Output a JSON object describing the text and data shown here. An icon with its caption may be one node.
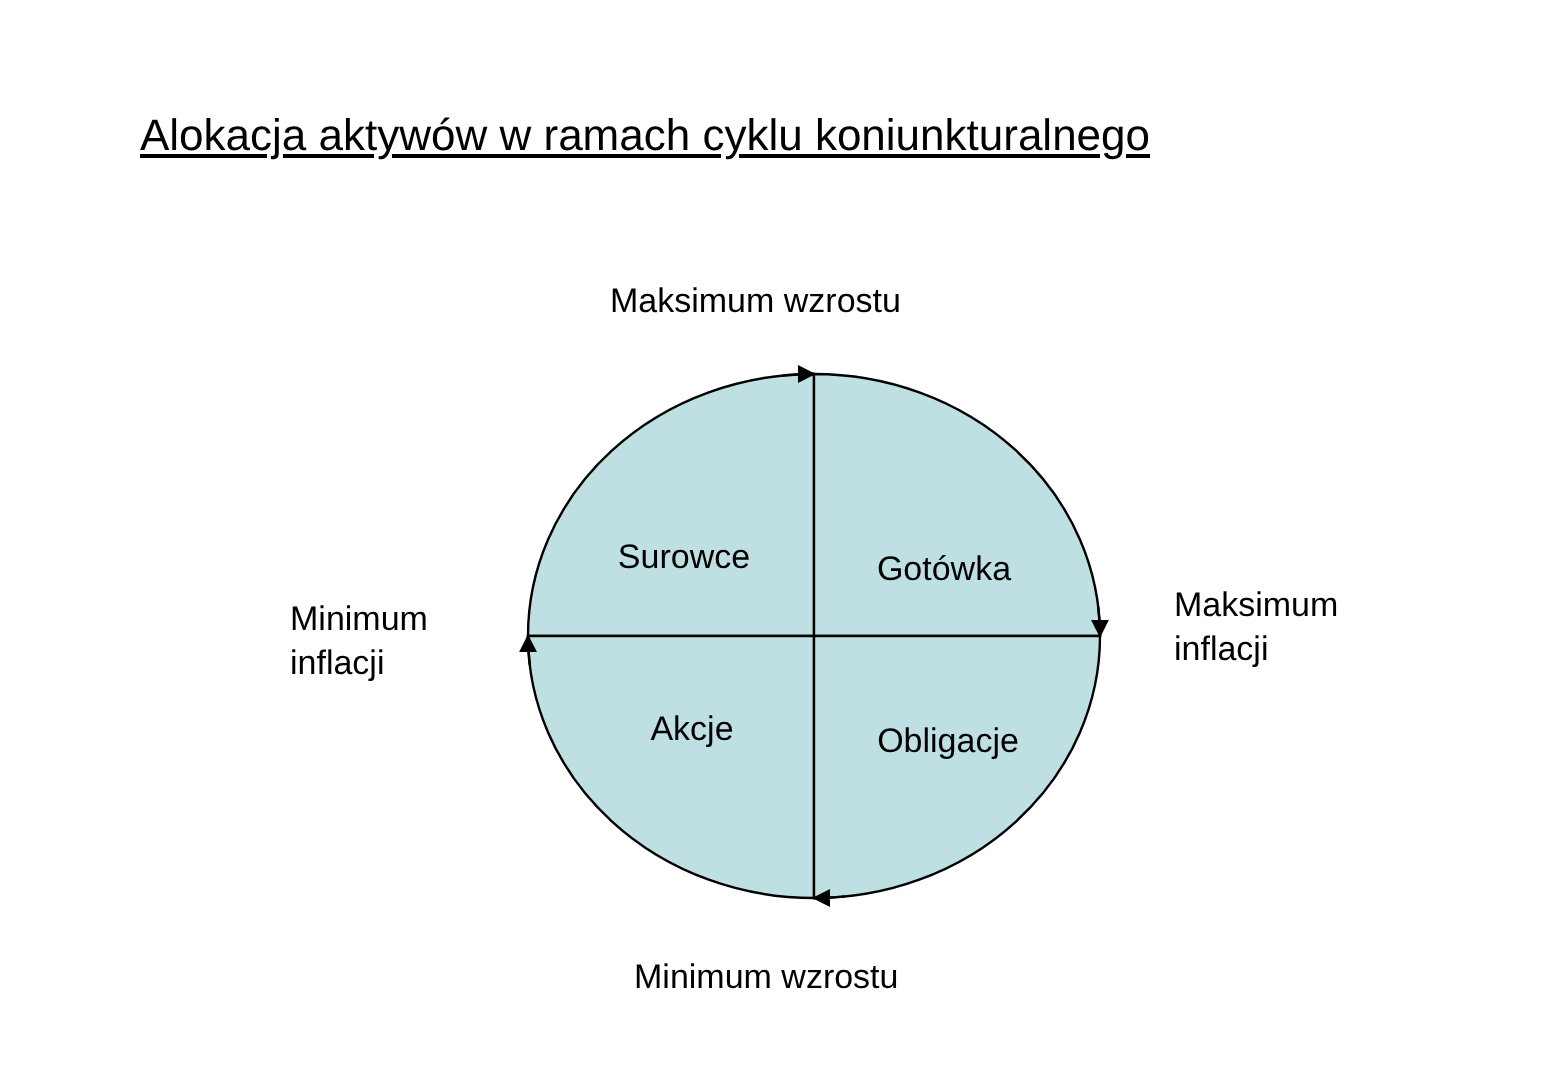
{
  "diagram": {
    "title": "Alokacja aktywów w ramach cyklu koniunkturalnego",
    "nodes": [
      {
        "text": [
          "Surowce"
        ]
      },
      {
        "text": [
          "Gotówka"
        ]
      },
      {
        "text": [
          "Akcje"
        ]
      },
      {
        "text": [
          "Obligacje"
        ]
      }
    ],
    "edges": [
      {
        "from": 0,
        "to": 1,
        "arrow": "to"
      },
      {
        "from": 1,
        "to": 3,
        "arrow": "to"
      },
      {
        "from": 3,
        "to": 2,
        "arrow": "to"
      },
      {
        "from": 2,
        "to": 0,
        "arrow": "to"
      }
    ],
    "labels": [
      "Maksimum wzrostu",
      "Minimum inflacji",
      "Maksimum inflacji",
      "Minimum wzrostu"
    ]
  }
}
